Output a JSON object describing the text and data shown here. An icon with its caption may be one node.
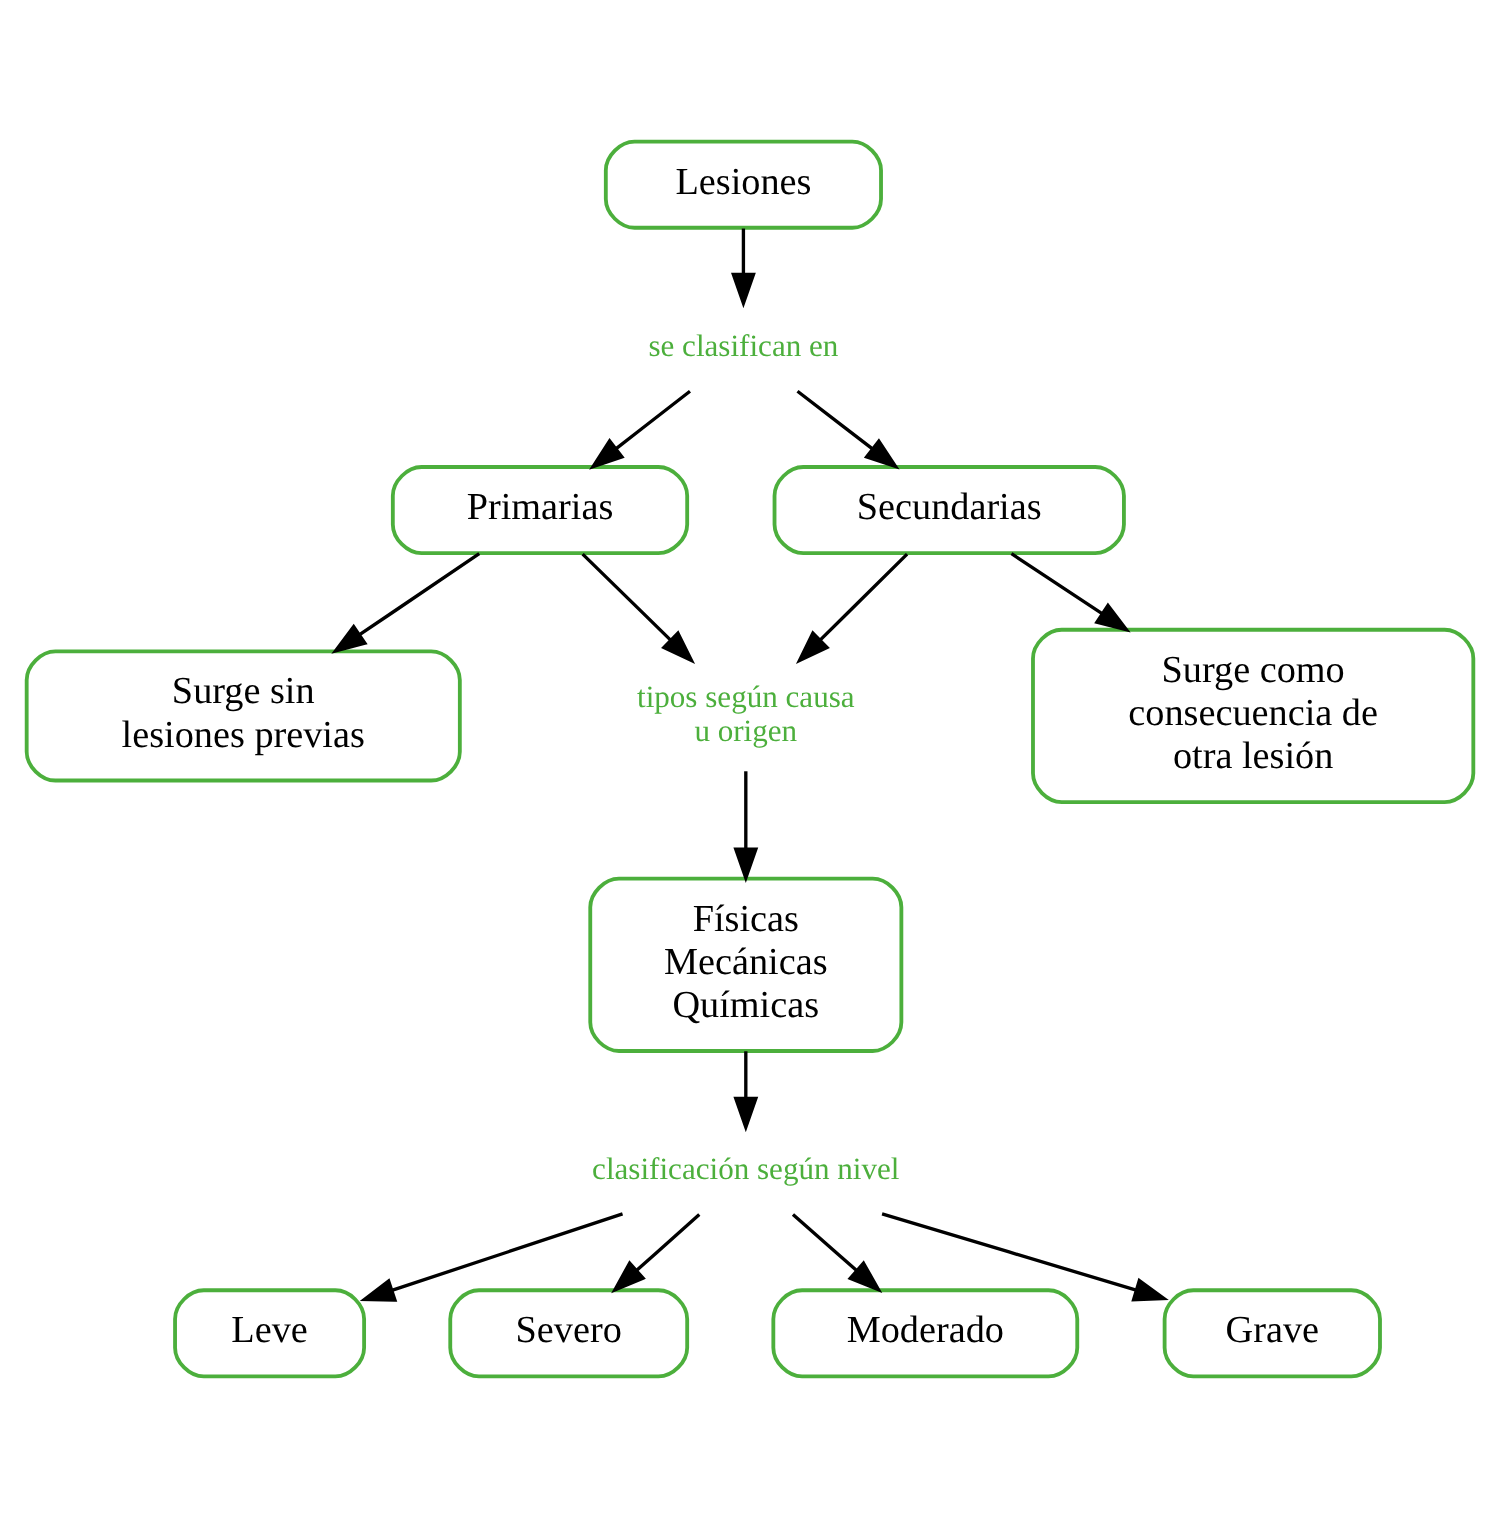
{
  "diagram": {
    "nodes": [
      {
        "text": [
          "Lesiones"
        ]
      },
      {
        "text": [
          "se clasifican en"
        ]
      },
      {
        "text": [
          "Primarias"
        ]
      },
      {
        "text": [
          "Secundarias"
        ]
      },
      {
        "text": [
          "tipos según causa u origen"
        ]
      },
      {
        "text": [
          "Surge sin lesiones previas"
        ]
      },
      {
        "text": [
          "Surge como consecuencia de otra lesión"
        ]
      },
      {
        "text": [
          "Físicas Mecánicas Químicas"
        ]
      },
      {
        "text": [
          "Leve"
        ]
      },
      {
        "text": [
          "Severo"
        ]
      },
      {
        "text": [
          "clasificación según nivel"
        ]
      },
      {
        "text": [
          "Moderado"
        ]
      },
      {
        "text": [
          "Grave"
        ]
      }
    ],
    "edges": [
      {
        "from": 0,
        "to": 1,
        "arrow": "to"
      },
      {
        "from": 1,
        "to": 2,
        "arrow": "to"
      },
      {
        "from": 1,
        "to": 3,
        "arrow": "to"
      },
      {
        "from": 2,
        "to": 5,
        "arrow": "to"
      },
      {
        "from": 2,
        "to": 4,
        "arrow": "to"
      },
      {
        "from": 3,
        "to": 4,
        "arrow": "to"
      },
      {
        "from": 3,
        "to": 6,
        "arrow": "to"
      },
      {
        "from": 4,
        "to": 7,
        "arrow": "to"
      },
      {
        "from": 7,
        "to": 10,
        "arrow": "to"
      },
      {
        "from": 10,
        "to": 8,
        "arrow": "to"
      },
      {
        "from": 10,
        "to": 9,
        "arrow": "to"
      },
      {
        "from": 10,
        "to": 11,
        "arrow": "to"
      },
      {
        "from": 10,
        "to": 12,
        "arrow": "to"
      }
    ]
  }
}
